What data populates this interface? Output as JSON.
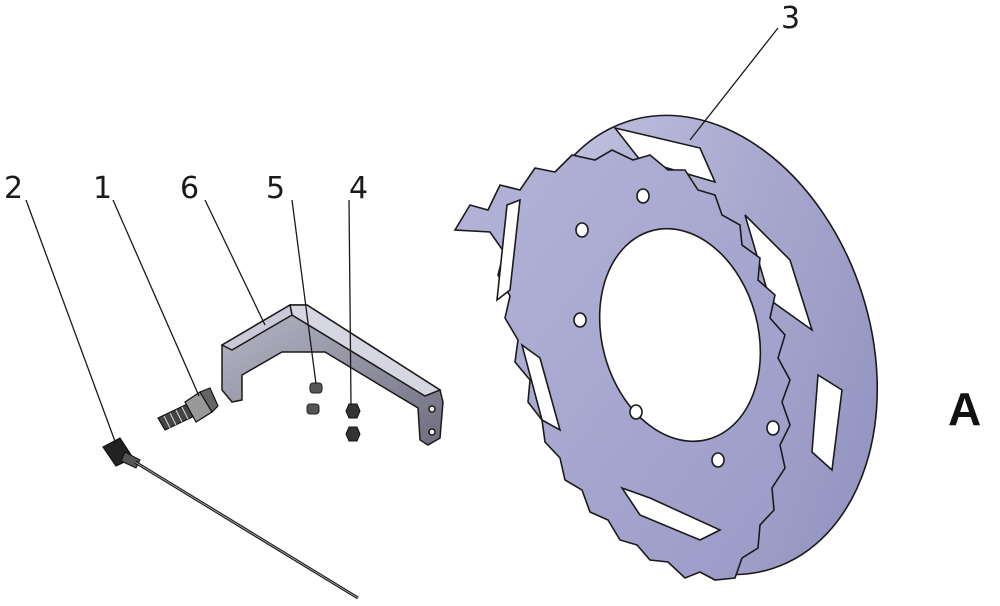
{
  "figure_label": "A",
  "callouts": [
    "1",
    "2",
    "3",
    "4",
    "5",
    "6"
  ]
}
